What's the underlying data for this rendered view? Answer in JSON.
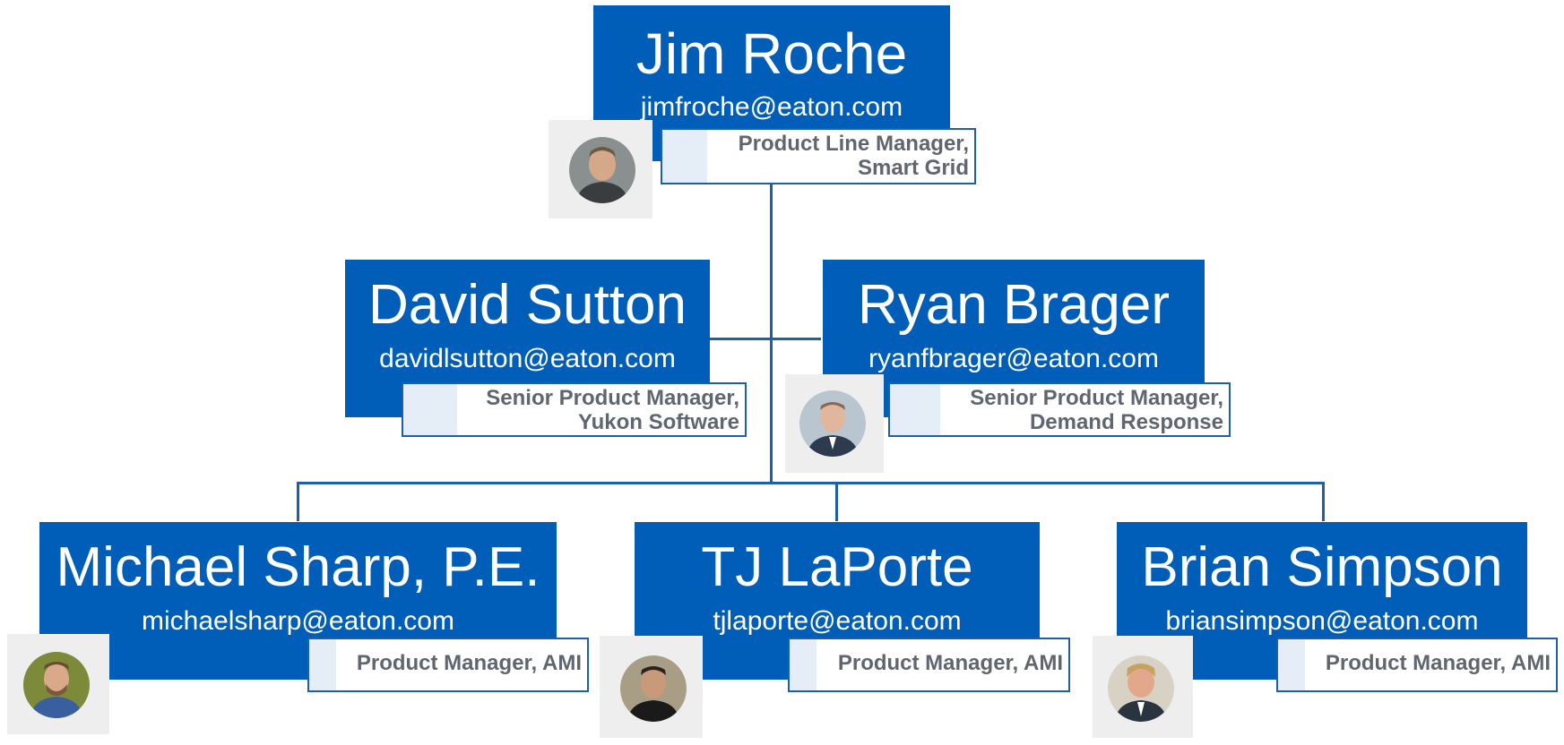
{
  "people": {
    "jim": {
      "name": "Jim Roche",
      "email": "jimfroche@eaton.com",
      "title_line1": "Product Line Manager,",
      "title_line2": "Smart Grid",
      "photo_icon": "person-photo-icon"
    },
    "david": {
      "name": "David Sutton",
      "email": "davidlsutton@eaton.com",
      "title_line1": "Senior Product Manager,",
      "title_line2": "Yukon Software"
    },
    "ryan": {
      "name": "Ryan Brager",
      "email": "ryanfbrager@eaton.com",
      "title_line1": "Senior Product Manager,",
      "title_line2": "Demand Response",
      "photo_icon": "person-photo-icon"
    },
    "michael": {
      "name": "Michael Sharp, P.E.",
      "email": "michaelsharp@eaton.com",
      "title_line1": "Product Manager, AMI",
      "photo_icon": "person-photo-icon"
    },
    "tj": {
      "name": "TJ LaPorte",
      "email": "tjlaporte@eaton.com",
      "title_line1": "Product Manager, AMI",
      "photo_icon": "person-photo-icon"
    },
    "brian": {
      "name": "Brian Simpson",
      "email": "briansimpson@eaton.com",
      "title_line1": "Product Manager, AMI",
      "photo_icon": "person-photo-icon"
    }
  },
  "colors": {
    "box_fill": "#005eb8",
    "connector": "#1f5fa8",
    "role_text": "#5f6670",
    "role_shade": "#e5edf7",
    "photo_bg": "#eeeeee"
  }
}
